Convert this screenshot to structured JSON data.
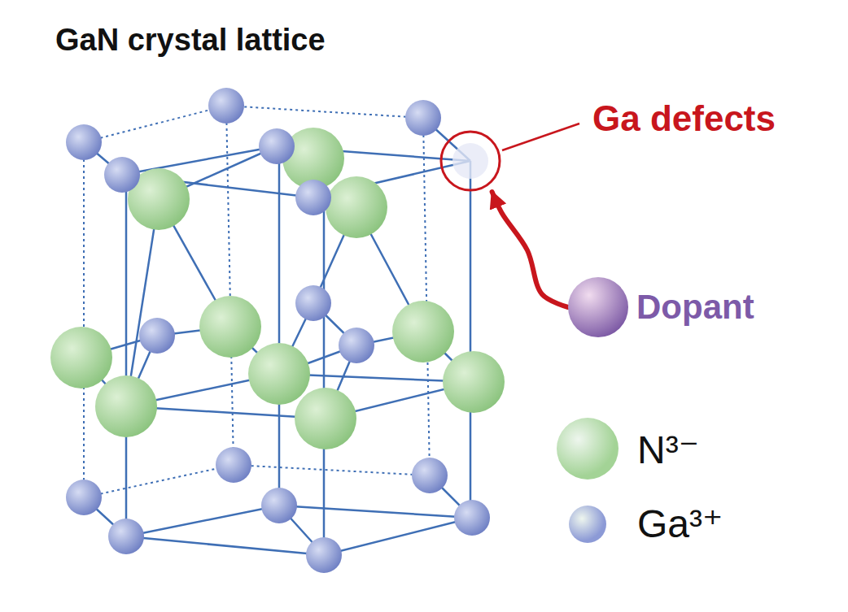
{
  "diagram": {
    "title": "GaN crystal lattice",
    "nodes": [
      {
        "text": [
          "Ga defects"
        ]
      },
      {
        "text": [
          "Dopant"
        ]
      }
    ],
    "edges": [
      {
        "from": 1,
        "to": 0,
        "arrow": "to"
      }
    ],
    "legend": [
      {
        "text": "N³⁻",
        "color": "#a3d396"
      },
      {
        "text": "Ga³⁺",
        "color": "#8c9ad6"
      }
    ]
  }
}
